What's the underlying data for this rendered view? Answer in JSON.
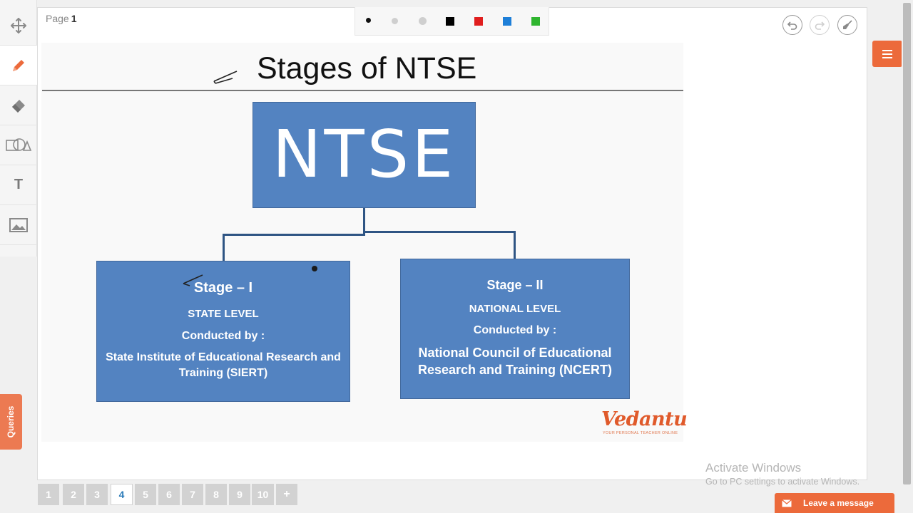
{
  "toolbar": {
    "tools": [
      {
        "name": "move-tool",
        "icon": "move-arrows-icon"
      },
      {
        "name": "pen-tool",
        "icon": "pencil-icon",
        "active": true
      },
      {
        "name": "eraser-tool",
        "icon": "eraser-icon"
      },
      {
        "name": "shapes-tool",
        "icon": "shapes-icon"
      },
      {
        "name": "text-tool",
        "icon": "text-icon",
        "label": "T"
      },
      {
        "name": "image-tool",
        "icon": "image-icon"
      }
    ],
    "accent": "#ec6a3b"
  },
  "page_indicator": {
    "label": "Page",
    "number": "1"
  },
  "color_palette": {
    "pen_sizes": [
      "small",
      "medium",
      "large"
    ],
    "colors": [
      "#000000",
      "#e01e1e",
      "#1e7fd8",
      "#2fb52f"
    ]
  },
  "top_right": {
    "undo_icon": "undo-icon",
    "redo_icon": "redo-icon",
    "clear_icon": "broom-icon",
    "menu_icon": "hamburger-menu-icon"
  },
  "slide": {
    "title": "Stages of NTSE",
    "top_box": "NTSE",
    "stage1": {
      "heading": "Stage – I",
      "level": "STATE LEVEL",
      "conducted": "Conducted by :",
      "org_line1": "State Institute of Educational Research and",
      "org_line2": "Training (SIERT)"
    },
    "stage2": {
      "heading": "Stage – II",
      "level": "NATIONAL LEVEL",
      "conducted": "Conducted by :",
      "org_line1": "National Council of Educational",
      "org_line2": "Research and Training (NCERT)"
    },
    "logo": {
      "word": "Vedantu",
      "tagline": "YOUR PERSONAL TEACHER ONLINE"
    },
    "box_color": "#5383c1"
  },
  "queries_tab": {
    "label": "Queries"
  },
  "pagination": {
    "pages": [
      "1",
      "2",
      "3",
      "4",
      "5",
      "6",
      "7",
      "8",
      "9",
      "10"
    ],
    "active": "4",
    "add_label": "+"
  },
  "windows_watermark": {
    "line1": "Activate Windows",
    "line2": "Go to PC settings to activate Windows."
  },
  "chat": {
    "label": "Leave a message",
    "icon": "envelope-icon"
  }
}
